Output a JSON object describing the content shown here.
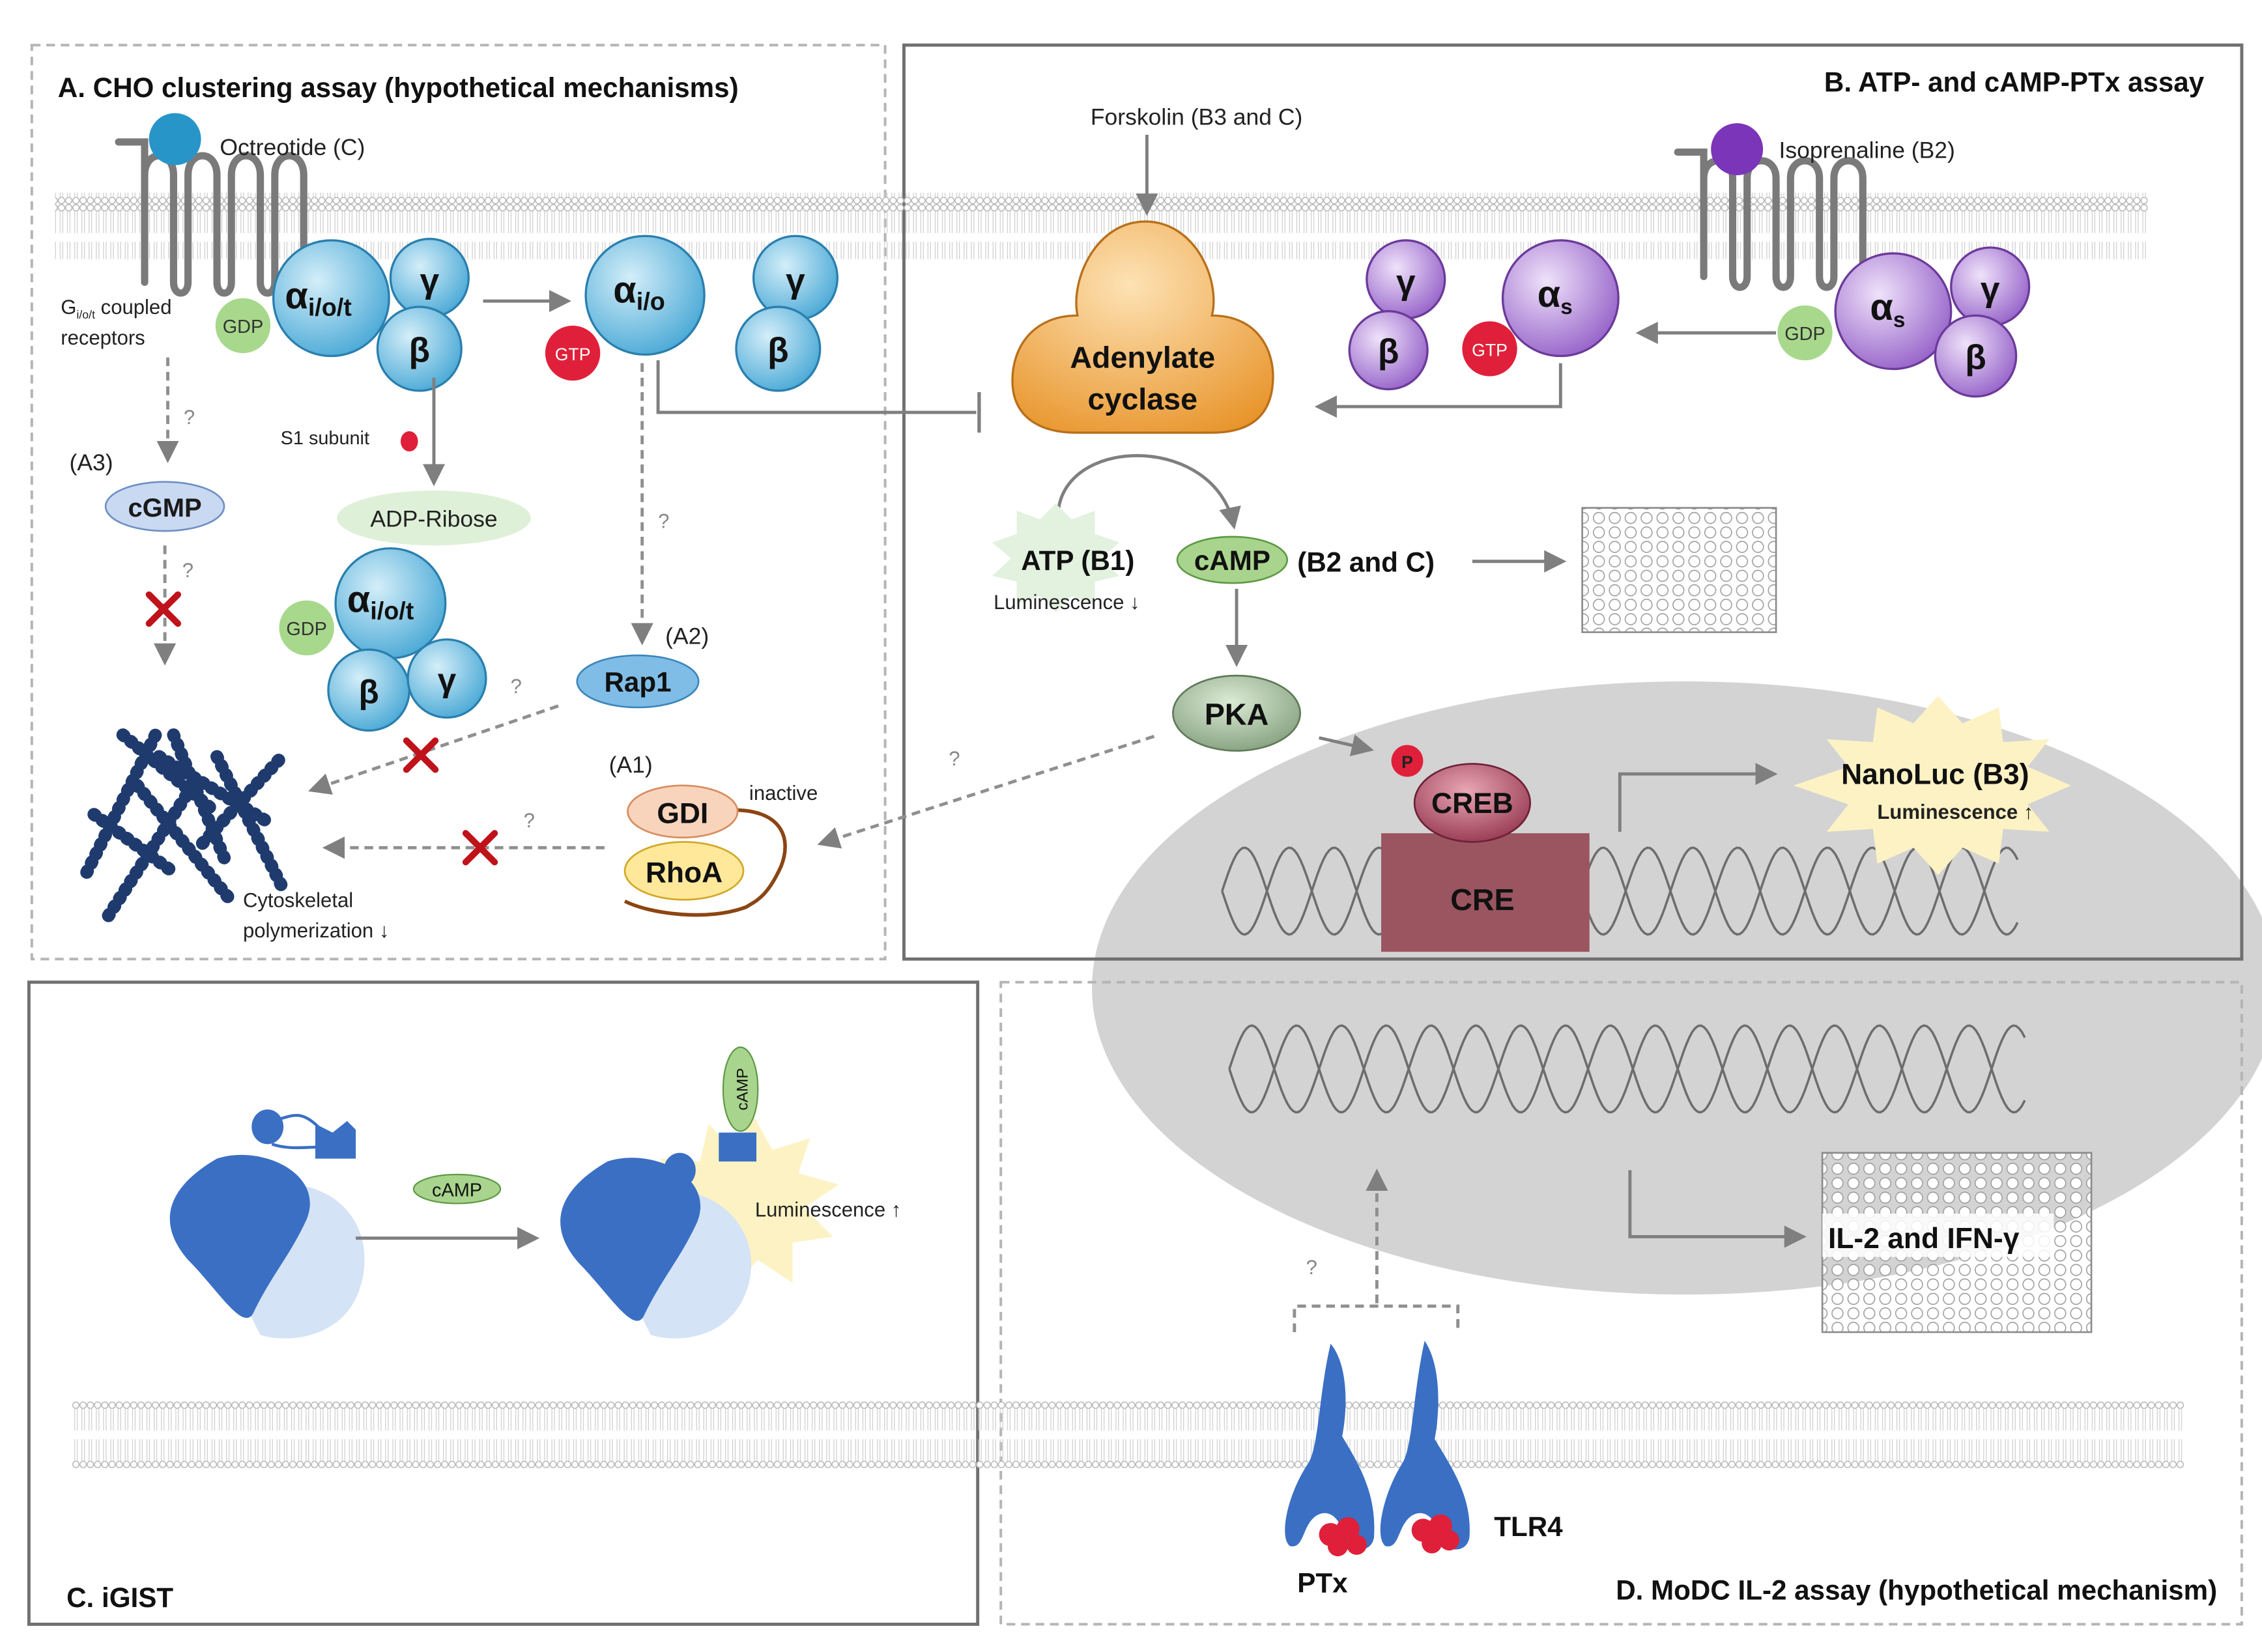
{
  "panels": {
    "a_title": "A. CHO clustering assay (hypothetical mechanisms)",
    "b_title": "B. ATP- and cAMP-PTx assay",
    "c_title": "C. iGIST",
    "d_title": "D. MoDC IL-2 assay (hypothetical mechanism)"
  },
  "panel_a": {
    "octreotide": "Octreotide (C)",
    "receptor_label_prefix": "G",
    "receptor_label_sub": "i/o/t",
    "receptor_label_suffix": " coupled",
    "receptor_label_line2": "receptors",
    "gdp": "GDP",
    "gtp": "GTP",
    "alpha": "α",
    "alpha_iot_sub": "i/o/t",
    "alpha_io_sub": "i/o",
    "gamma": "γ",
    "beta": "β",
    "s1_subunit": "S1 subunit",
    "adp_ribose": "ADP-Ribose",
    "a1": "(A1)",
    "a2": "(A2)",
    "a3": "(A3)",
    "cgmp": "cGMP",
    "rap1": "Rap1",
    "gdi": "GDI",
    "rhoa": "RhoA",
    "inactive": "inactive",
    "cyto_line1": "Cytoskeletal",
    "cyto_line2": "polymerization ↓",
    "question": "?"
  },
  "panel_b": {
    "forskolin": "Forskolin  (B3 and C)",
    "isoprenaline": "Isoprenaline  (B2)",
    "adenylate_line1": "Adenylate",
    "adenylate_line2": "cyclase",
    "alpha_s_sub": "s",
    "atp": "ATP  (B1)",
    "luminescence_down": "Luminescence ↓",
    "camp": "cAMP",
    "b2_and_c": "(B2 and C)",
    "pka": "PKA",
    "p": "P",
    "creb": "CREB",
    "cre": "CRE",
    "nanoluc": "NanoLuc (B3)",
    "luminescence_up": "Luminescence ↑"
  },
  "panel_c": {
    "camp": "cAMP",
    "luminescence_up": "Luminescence ↑"
  },
  "panel_d": {
    "il2_ifn": "IL-2 and IFN-γ",
    "tlr4": "TLR4",
    "ptx": "PTx",
    "question": "?"
  },
  "colors": {
    "blue_subunit": "#5bb3dc",
    "purple_subunit": "#a070d0",
    "gdp_green": "#a8d88c",
    "gtp_red": "#e0203a",
    "adenylate_orange": "#f2a63a",
    "pka_green": "#8aa383",
    "creb_maroon": "#a0405a",
    "cre_box": "#9a5560",
    "nucleus_grey": "#cfcfcf",
    "tlr4_blue": "#3a6fc4",
    "inhibit_red": "#c0121a"
  }
}
